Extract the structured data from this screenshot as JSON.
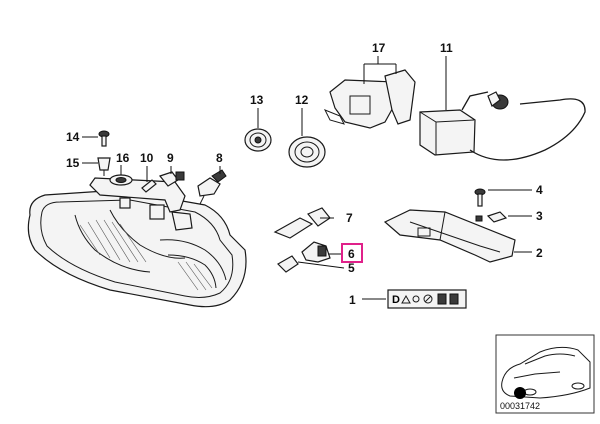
{
  "callouts": {
    "c1": "1",
    "c2": "2",
    "c3": "3",
    "c4": "4",
    "c5": "5",
    "c6": "6",
    "c7": "7",
    "c8": "8",
    "c9": "9",
    "c10": "10",
    "c11": "11",
    "c12": "12",
    "c13": "13",
    "c14": "14",
    "c15": "15",
    "c16": "16",
    "c17": "17"
  },
  "label_plate": {
    "text": "D"
  },
  "catalog_number": "00031742",
  "colors": {
    "highlight": "#e0218a",
    "line": "#1a1a1a"
  }
}
